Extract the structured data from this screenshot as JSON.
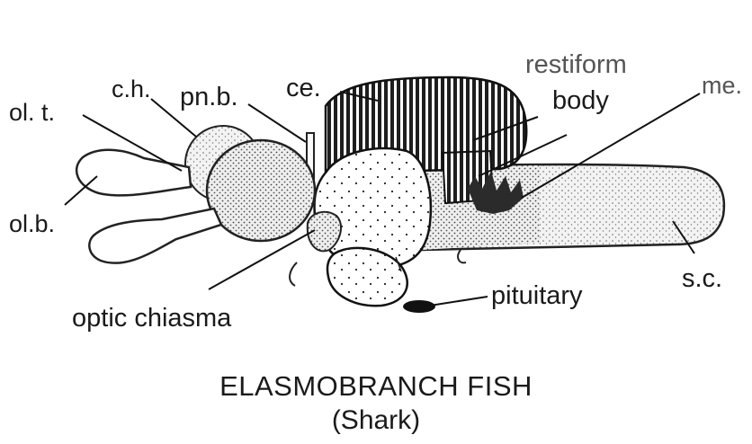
{
  "labels": {
    "ol_t": "ol. t.",
    "c_h": "c.h.",
    "pn_b": "pn.b.",
    "ce": "ce.",
    "restiform_1": "restiform",
    "restiform_2": "body",
    "me": "me.",
    "ol_b": "ol.b.",
    "s_c": "s.c.",
    "optic_chiasma": "optic chiasma",
    "pituitary": "pituitary"
  },
  "caption": {
    "title": "ELASMOBRANCH FISH",
    "subtitle": "(Shark)"
  }
}
